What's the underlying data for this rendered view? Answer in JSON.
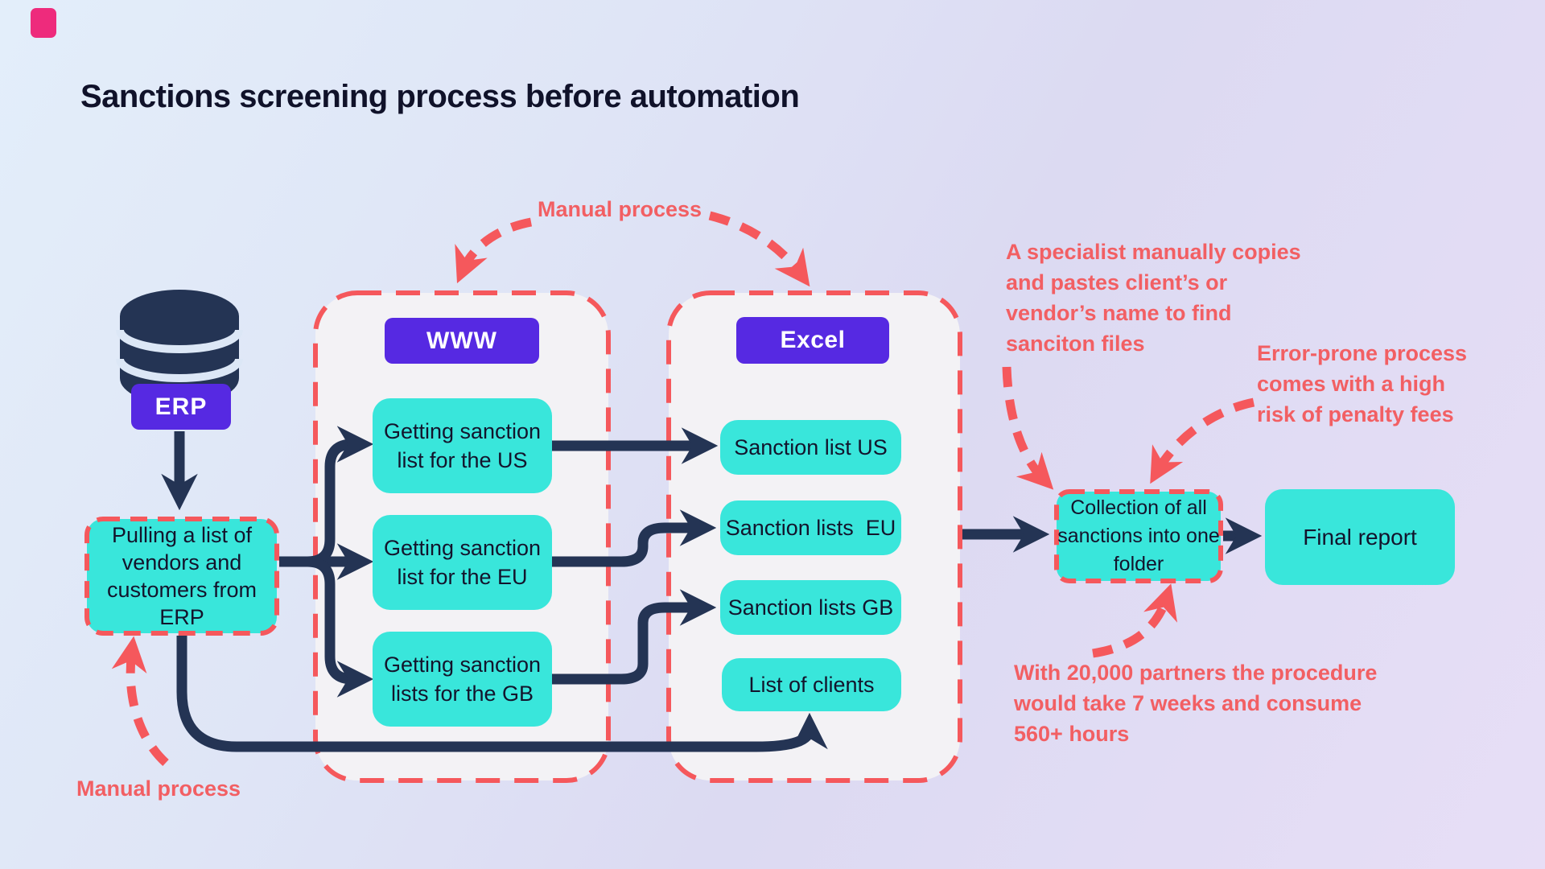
{
  "title": "Sanctions screening process before automation",
  "erp": {
    "label": "ERP"
  },
  "pulling": {
    "label": "Pulling a list of\nvendors and\ncustomers from\nERP"
  },
  "www": {
    "header": "WWW",
    "items": [
      {
        "label": "Getting sanction\nlist for the US"
      },
      {
        "label": "Getting sanction\nlist for the EU"
      },
      {
        "label": "Getting sanction\nlists for the GB"
      }
    ]
  },
  "excel": {
    "header": "Excel",
    "items": [
      {
        "label": "Sanction list US"
      },
      {
        "label": "Sanction lists  EU"
      },
      {
        "label": "Sanction lists GB"
      },
      {
        "label": "List of clients"
      }
    ]
  },
  "collection": {
    "label": "Collection of all\nsanctions into one\nfolder"
  },
  "final_report": {
    "label": "Final report"
  },
  "annotations": {
    "manual_top": "Manual process",
    "manual_bottom": "Manual process",
    "specialist": "A specialist manually copies\nand pastes client’s or\nvendor’s name to find\nsanciton files",
    "error_prone": "Error-prone process\ncomes with a high\nrisk of penalty fees",
    "partners": "With 20,000 partners the procedure\nwould take 7 weeks and consume\n560+ hours"
  },
  "colors": {
    "teal": "#39e6db",
    "navy": "#243454",
    "purple": "#5629e2",
    "panel": "#f3f2f5",
    "red_arrow": "#f5585c",
    "red_text": "#f25f63",
    "ink": "#10122a",
    "pink": "#ee2b7c",
    "bg_a": "#e3eefa",
    "bg_b": "#dfe5f6",
    "bg_c": "#dcdaf2",
    "bg_d": "#e7def6"
  }
}
